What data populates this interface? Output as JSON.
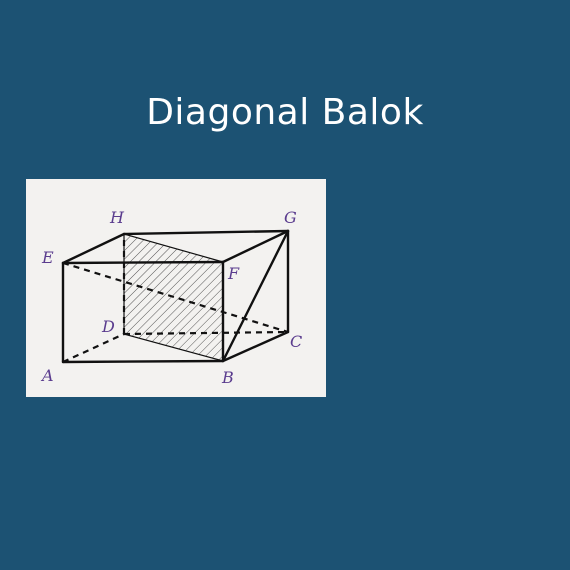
{
  "slide": {
    "title": "Diagonal Balok"
  },
  "figure": {
    "vertices": {
      "A": "A",
      "B": "B",
      "C": "C",
      "D": "D",
      "E": "E",
      "F": "F",
      "G": "G",
      "H": "H"
    }
  },
  "colors": {
    "background": "#1c5273",
    "panel": "#f3f2f0",
    "label": "#5a3c8e",
    "title": "#ffffff"
  }
}
